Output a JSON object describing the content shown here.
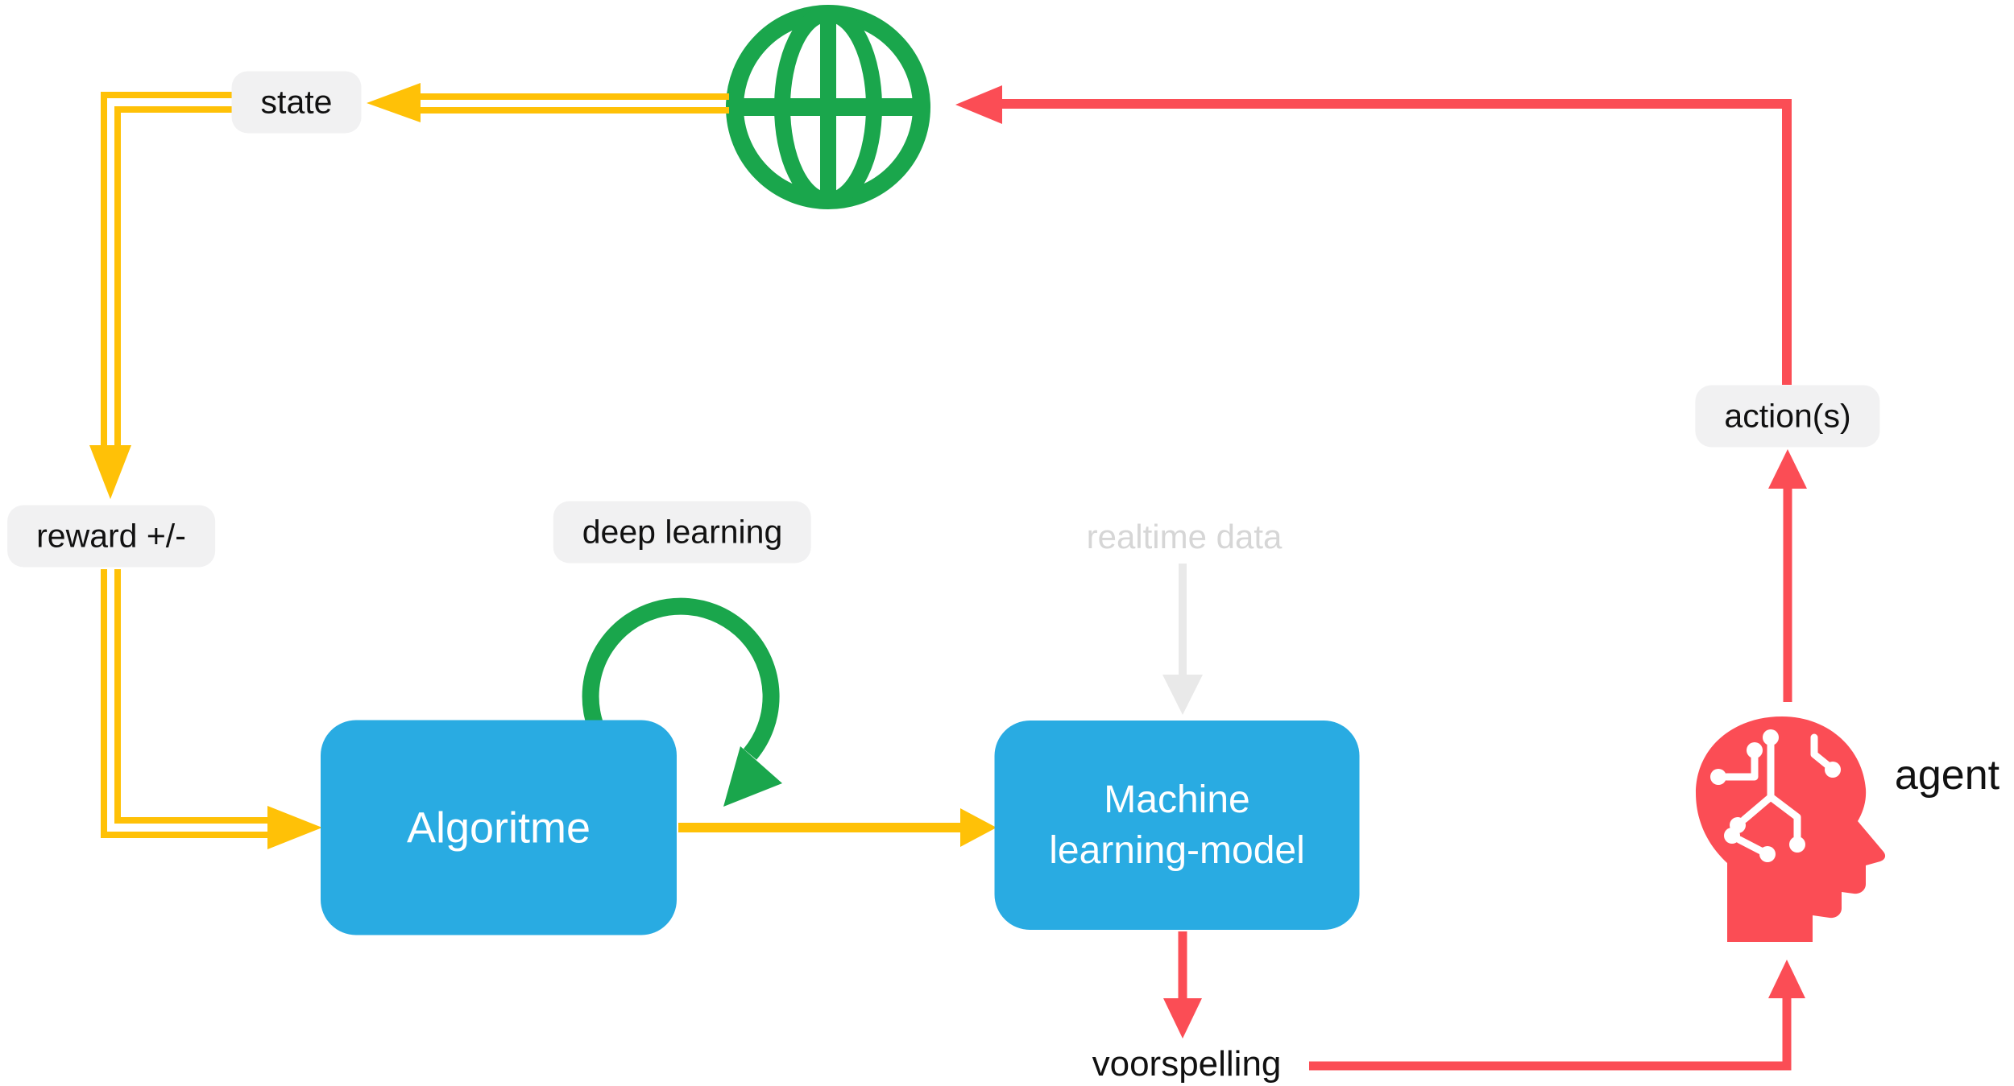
{
  "diagram": {
    "labels": {
      "state": "state",
      "reward": "reward +/-",
      "deep_learning": "deep learning",
      "realtime_data": "realtime data",
      "actions": "action(s)",
      "voorspelling": "voorspelling",
      "agent": "agent"
    },
    "nodes": {
      "algorithm": "Algoritme",
      "ml_model_line1": "Machine",
      "ml_model_line2": "learning-model"
    },
    "icons": {
      "environment": "globe-icon",
      "agent": "agent-head-icon",
      "deep_learning_loop": "self-loop-arrow-icon"
    },
    "colors": {
      "yellow": "#FFC107",
      "green": "#1AA64C",
      "blue": "#29ABE2",
      "red": "#FB4D55",
      "label_bg": "#F1F1F2",
      "ink": "#111111",
      "muted_text": "#D6D6D6",
      "muted_arrow": "#E9E9E9",
      "white": "#FFFFFF"
    }
  }
}
